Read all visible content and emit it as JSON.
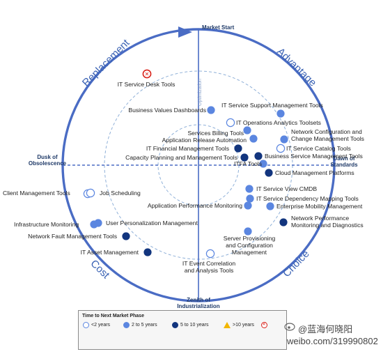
{
  "axes": {
    "top": "Market Start",
    "bottom": "Zenith of\nIndustrialization",
    "left": "Dusk of\nObsolescence",
    "right": "Dawn of\nStandards",
    "center_vertical": "Optimization"
  },
  "phases": {
    "replacement": "Replacement",
    "advantage": "Advantage",
    "cost": "Cost",
    "choice": "Choice"
  },
  "colors": {
    "ring": "#4a6cc4",
    "dot_lt2": "#ffffff",
    "dot_2to5": "#5b86e0",
    "dot_5to10": "#12357e",
    "dot_gt10": "#f2b600",
    "dot_x": "#d9241c",
    "text_axis": "#1f3a68"
  },
  "items": [
    {
      "name": "IT Service Desk Tools",
      "category": "x"
    },
    {
      "name": "Business Values Dashboards",
      "category": "2to5"
    },
    {
      "name": "IT Service Support Management Tools",
      "category": "2to5"
    },
    {
      "name": "IT Operations Analytics Toolsets",
      "category": "lt2"
    },
    {
      "name": "Services Billing Tools",
      "category": "2to5"
    },
    {
      "name": "Application Release Automation",
      "category": "2to5"
    },
    {
      "name": "Network Configuration and\nChange Management Tools",
      "category": "2to5"
    },
    {
      "name": "IT Financial Management Tools",
      "category": "5to10"
    },
    {
      "name": "IT Service Catalog Tools",
      "category": "lt2"
    },
    {
      "name": "Capacity Planning and Management Tools",
      "category": "5to10"
    },
    {
      "name": "Business Service Management Tools",
      "category": "5to10"
    },
    {
      "name": "ITFA Tools",
      "category": "2to5"
    },
    {
      "name": "Cloud Management Platforms",
      "category": "5to10"
    },
    {
      "name": "Client Management Tools",
      "category": "lt2"
    },
    {
      "name": "Job Scheduling",
      "category": "lt2"
    },
    {
      "name": "IT Service View CMDB",
      "category": "2to5"
    },
    {
      "name": "IT Service Dependency Mapping Tools",
      "category": "2to5"
    },
    {
      "name": "Application Performance Monitoring",
      "category": "2to5"
    },
    {
      "name": "Enterprise Mobility Management",
      "category": "2to5"
    },
    {
      "name": "Infrastructure Monitoring",
      "category": "2to5"
    },
    {
      "name": "User Personalization Management",
      "category": "2to5"
    },
    {
      "name": "Network Performance\nMonitoring and Diagnostics",
      "category": "5to10"
    },
    {
      "name": "Network Fault Management Tools",
      "category": "5to10"
    },
    {
      "name": "Server Provisioning\nand Configuration\nManagement",
      "category": "2to5"
    },
    {
      "name": "IT Asset Management",
      "category": "5to10"
    },
    {
      "name": "IT Event Correlation\nand Analysis Tools",
      "category": "lt2"
    }
  ],
  "legend": {
    "title": "Time to Next Market Phase",
    "items": [
      {
        "label": "<2 years",
        "category": "lt2"
      },
      {
        "label": "2 to 5 years",
        "category": "2to5"
      },
      {
        "label": "5 to 10 years",
        "category": "5to10"
      },
      {
        "label": ">10 years",
        "category": "gt10"
      },
      {
        "label": "",
        "category": "x"
      }
    ]
  },
  "watermark": {
    "cn": "@蓝海何晓阳",
    "url": "weibo.com/319990802"
  }
}
